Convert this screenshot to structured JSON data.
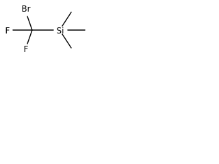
{
  "molecule": {
    "atoms": {
      "br": "Br",
      "f_left": "F",
      "f_bottom": "F",
      "si": "Si"
    },
    "bond_color": "#000000",
    "background_color": "#ffffff"
  }
}
